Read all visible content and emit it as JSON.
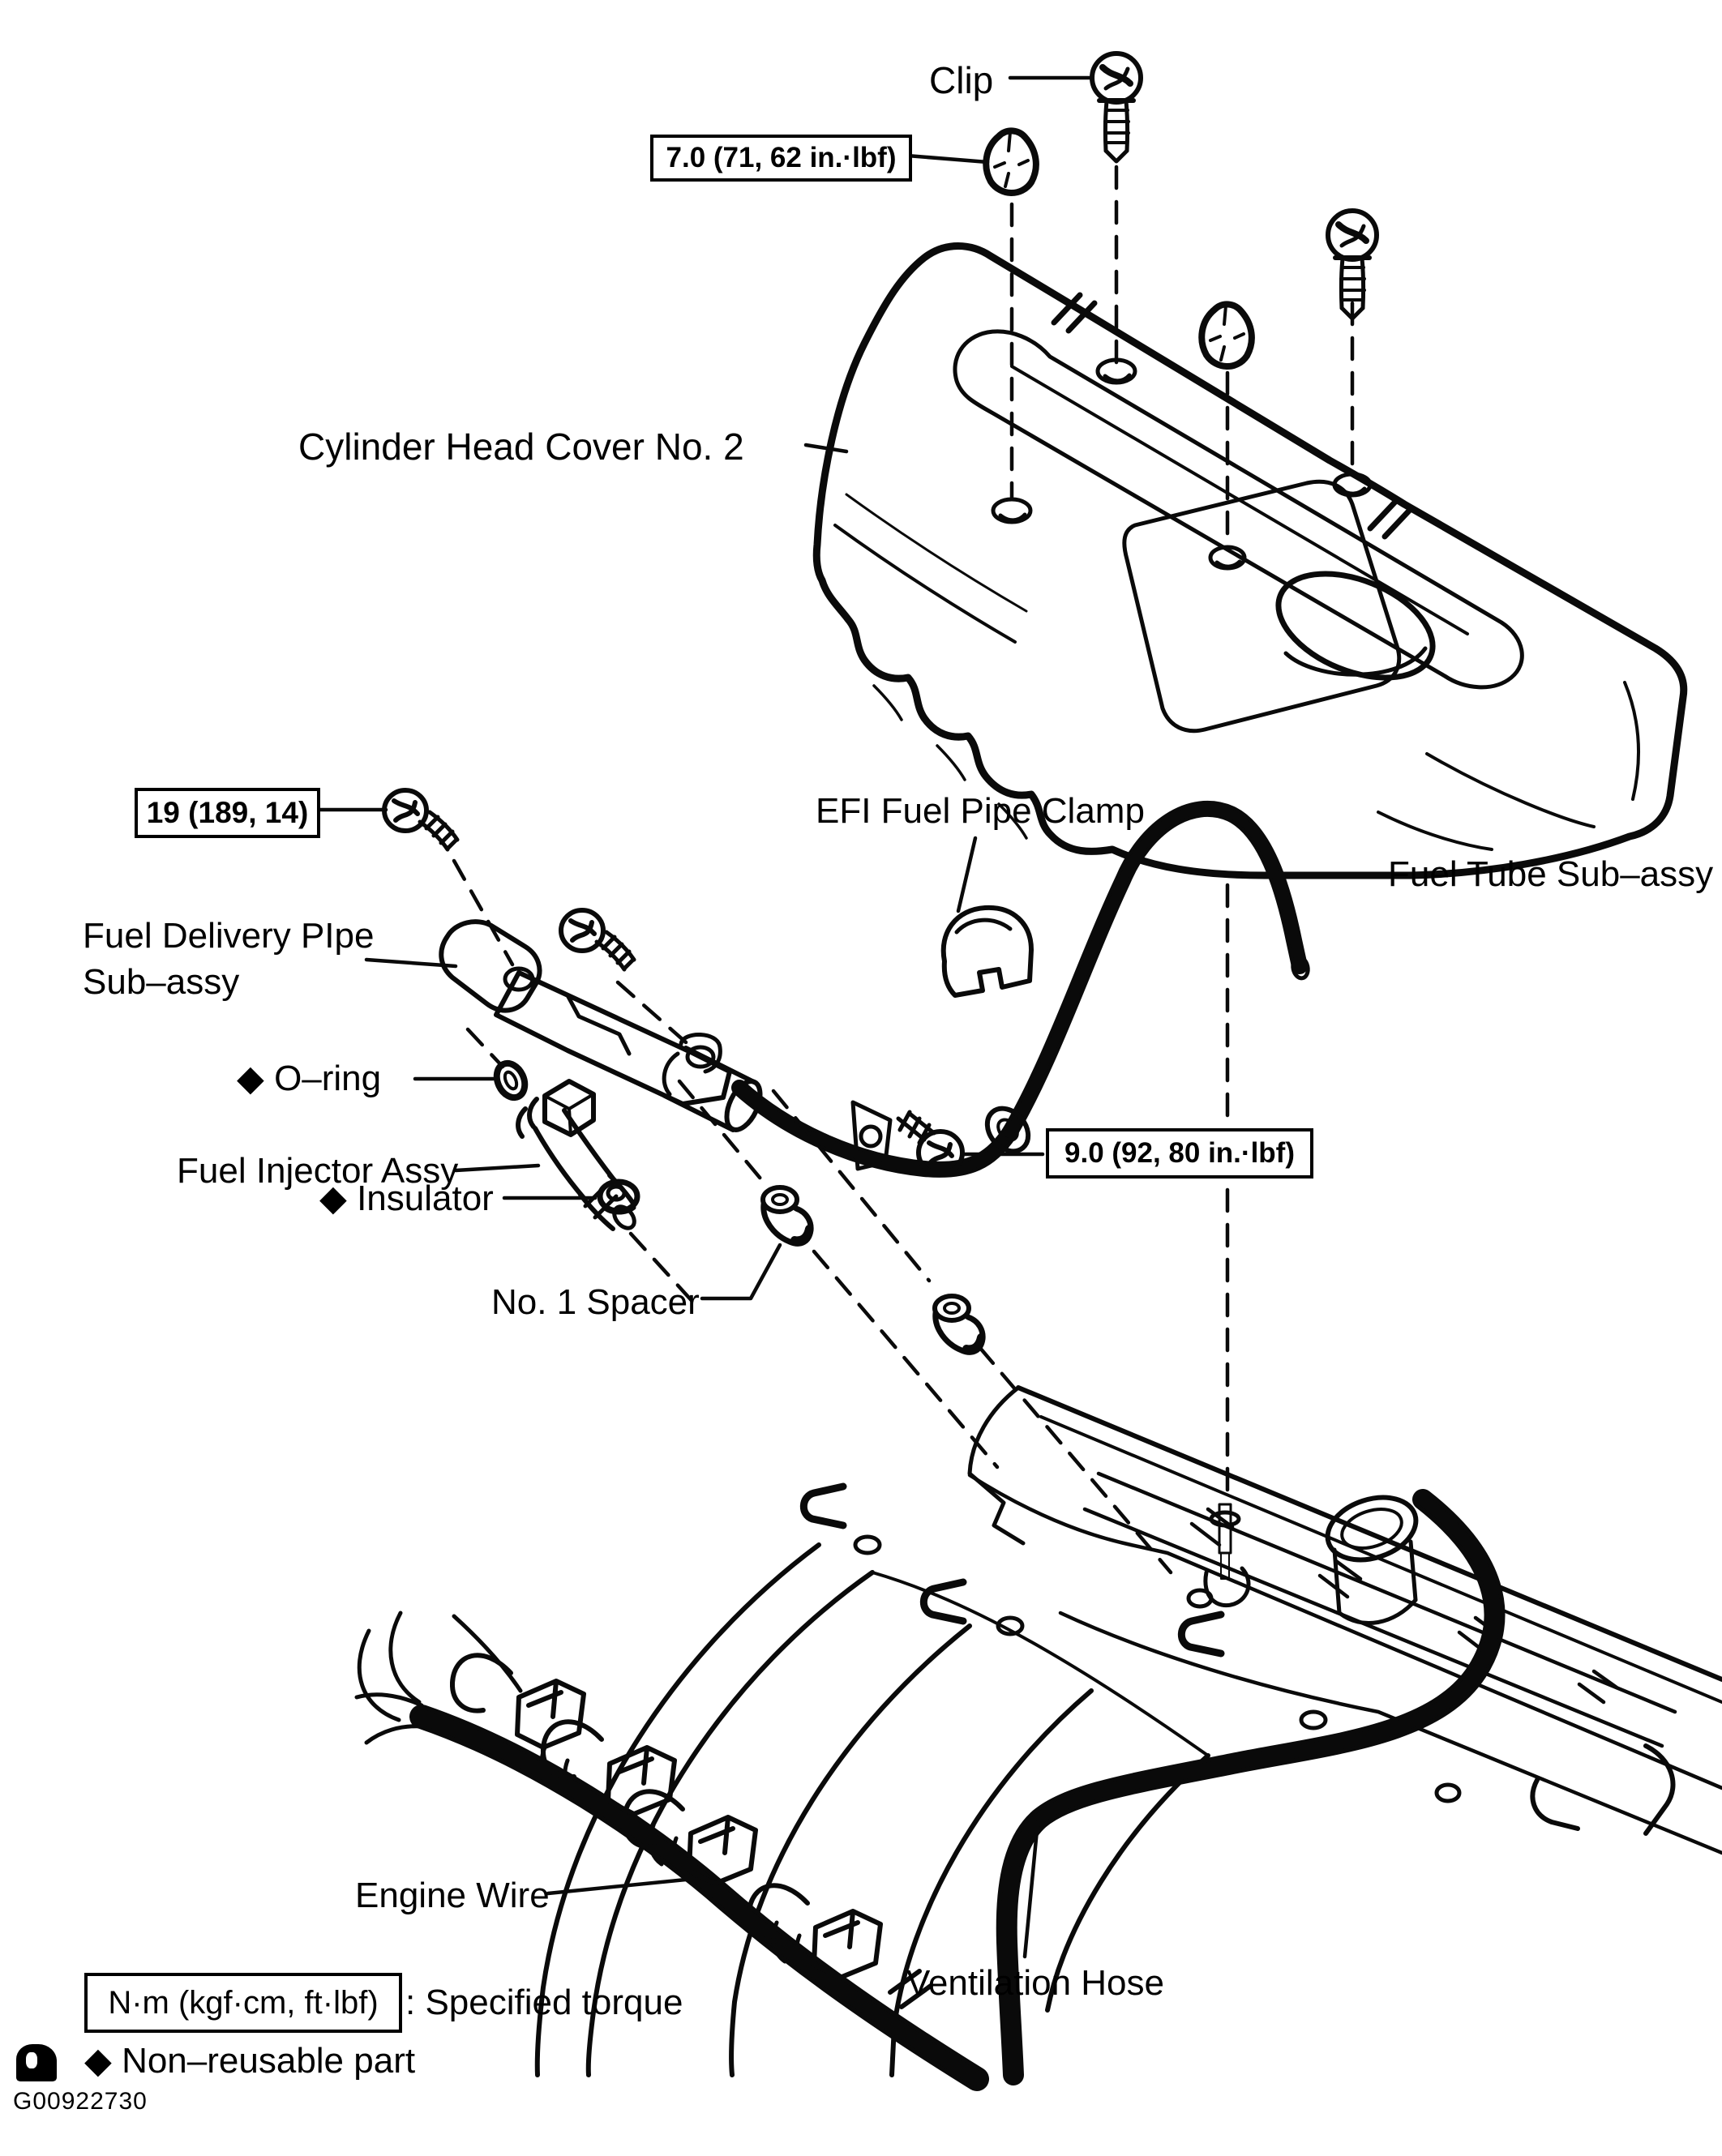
{
  "page": {
    "background": "#ffffff",
    "ink": "#000000"
  },
  "figure": {
    "code": "G00922730",
    "part_labels": {
      "clip": "Clip",
      "cylinder_head_cover": "Cylinder Head Cover No. 2",
      "efi_fuel_pipe_clamp": "EFI Fuel Pipe Clamp",
      "fuel_tube_sub_assy": "Fuel Tube Sub–assy",
      "fuel_delivery_pipe_line1": "Fuel Delivery PIpe",
      "fuel_delivery_pipe_line2": "Sub–assy",
      "o_ring": "◆ O–ring",
      "fuel_injector_assy": "Fuel Injector Assy",
      "insulator": "◆ Insulator",
      "no1_spacer": "No. 1 Spacer",
      "engine_wire": "Engine Wire",
      "ventilation_hose": "Ventilation Hose"
    },
    "torque_specs": {
      "cover_clip": "7.0 (71, 62 in.·lbf)",
      "delivery_pipe_bolt": "19 (189, 14)",
      "fuel_tube_clamp_bolt": "9.0 (92, 80 in.·lbf)"
    },
    "legend": {
      "unit_box": "N·m (kgf·cm, ft·lbf)",
      "unit_meaning": ": Specified torque",
      "non_reusable": "◆ Non–reusable part"
    }
  }
}
